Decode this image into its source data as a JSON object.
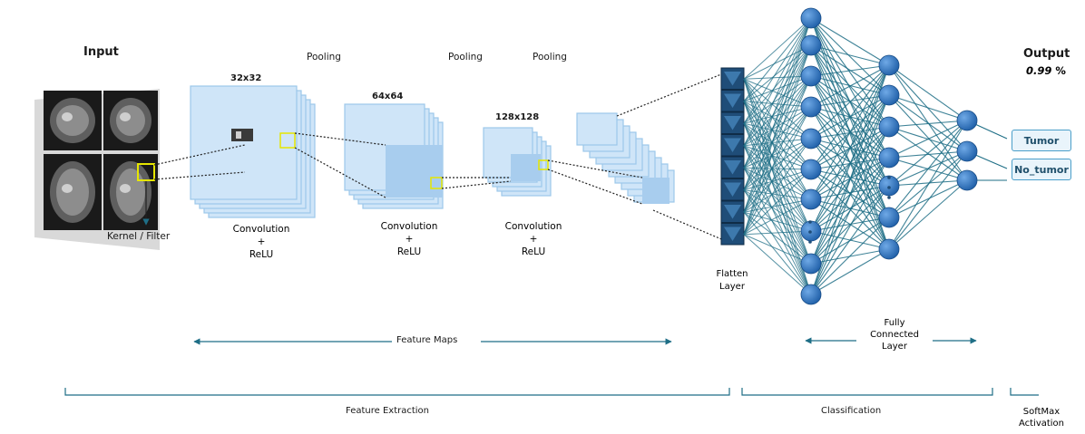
{
  "input": {
    "title": "Input",
    "kernel_label": "Kernel / Filter"
  },
  "pooling_labels": [
    "Pooling",
    "Pooling",
    "Pooling"
  ],
  "maps": [
    {
      "size": "32x32",
      "op": "Convolution",
      "plus": "+",
      "act": "ReLU"
    },
    {
      "size": "64x64",
      "op": "Convolution",
      "plus": "+",
      "act": "ReLU"
    },
    {
      "size": "128x128",
      "op": "Convolution",
      "plus": "+",
      "act": "ReLU"
    }
  ],
  "flatten": {
    "line1": "Flatten",
    "line2": "Layer"
  },
  "fully_connected": {
    "line1": "Fully",
    "line2": "Connected",
    "line3": "Layer"
  },
  "feature_maps_label": "Feature Maps",
  "output": {
    "title": "Output",
    "value": "0.99",
    "unit": "%",
    "classes": [
      "Tumor",
      "No_tumor"
    ]
  },
  "sections": {
    "feature_extraction": "Feature Extraction",
    "classification": "Classification",
    "softmax_1": "SoftMax",
    "softmax_2": "Activation"
  },
  "colors": {
    "map_fill": "#cfe5f8",
    "map_border": "#9cc7ea",
    "node": "#1f5fa8",
    "edge": "#1e6e86",
    "flatten": "#1f4d78",
    "kernel": "#e6e600"
  }
}
